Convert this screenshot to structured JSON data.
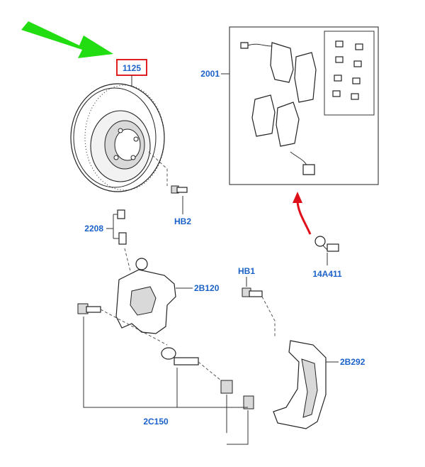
{
  "labels": {
    "disc": "1125",
    "pad_kit": "2001",
    "bleed_screw": "2208",
    "bolt_hb2": "HB2",
    "caliper": "2B120",
    "bolt_hb1": "HB1",
    "wear_sensor": "14A411",
    "anchor_bracket": "2B292",
    "guide_pin_kit": "2C150"
  },
  "colors": {
    "label_blue": "#1a62c9",
    "highlight_red": "#e02020",
    "arrow_green": "#22dd11",
    "arrow_red": "#e0101a",
    "line": "#333333"
  },
  "icons": {
    "pointer": "green-arrow-icon",
    "callout": "red-curved-arrow-icon"
  }
}
